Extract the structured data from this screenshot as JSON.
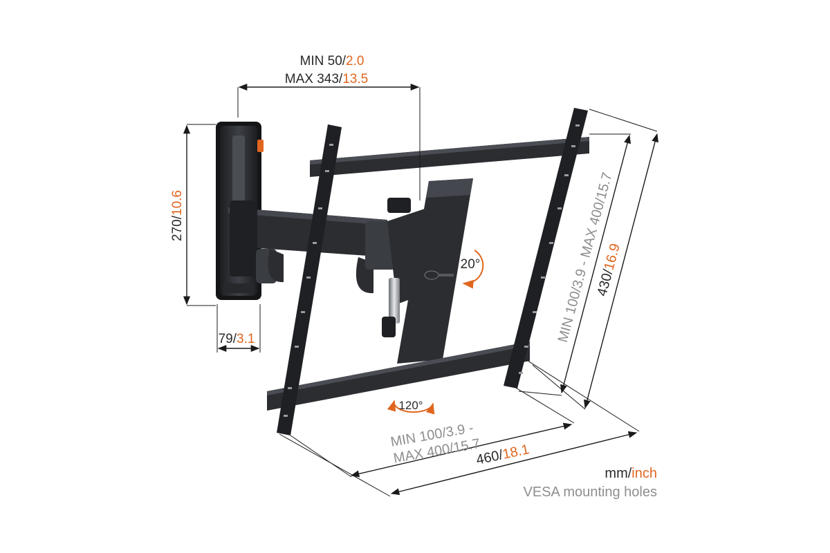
{
  "dimensions": {
    "depth_min": {
      "mm": "MIN 50/",
      "inch": "2.0"
    },
    "depth_max": {
      "mm": "MAX 343/",
      "inch": "13.5"
    },
    "height_plate": {
      "mm": "270/",
      "inch": "10.6"
    },
    "width_plate": {
      "mm": "79/",
      "inch": "3.1"
    },
    "tilt": "20°",
    "swivel": "120°",
    "vesa_horizontal": {
      "line1_mm": "MIN 100/",
      "line1_inch": "3.9 -",
      "line2_mm": "MAX 400/",
      "line2_inch": "15.7"
    },
    "vesa_vertical": {
      "mm_min": "MIN 100/",
      "inch_min": "3.9",
      "sep": " - ",
      "mm_max": "MAX 400/",
      "inch_max": "15.7"
    },
    "overall_width": {
      "mm": "460/",
      "inch": "18.1"
    },
    "overall_height": {
      "mm": "430/",
      "inch": "16.9"
    }
  },
  "legend": {
    "units_mm": "mm/",
    "units_inch": "inch",
    "vesa_note": "VESA mounting holes"
  },
  "colors": {
    "metric": "#2a2a2a",
    "imperial": "#e0661f",
    "vesa": "#8e8e8e",
    "mount": "#2b2d31",
    "accent_tab": "#e0661f"
  },
  "icons": [
    "tilt-arrow-icon",
    "swivel-arrow-icon",
    "brand-logo-icon"
  ]
}
